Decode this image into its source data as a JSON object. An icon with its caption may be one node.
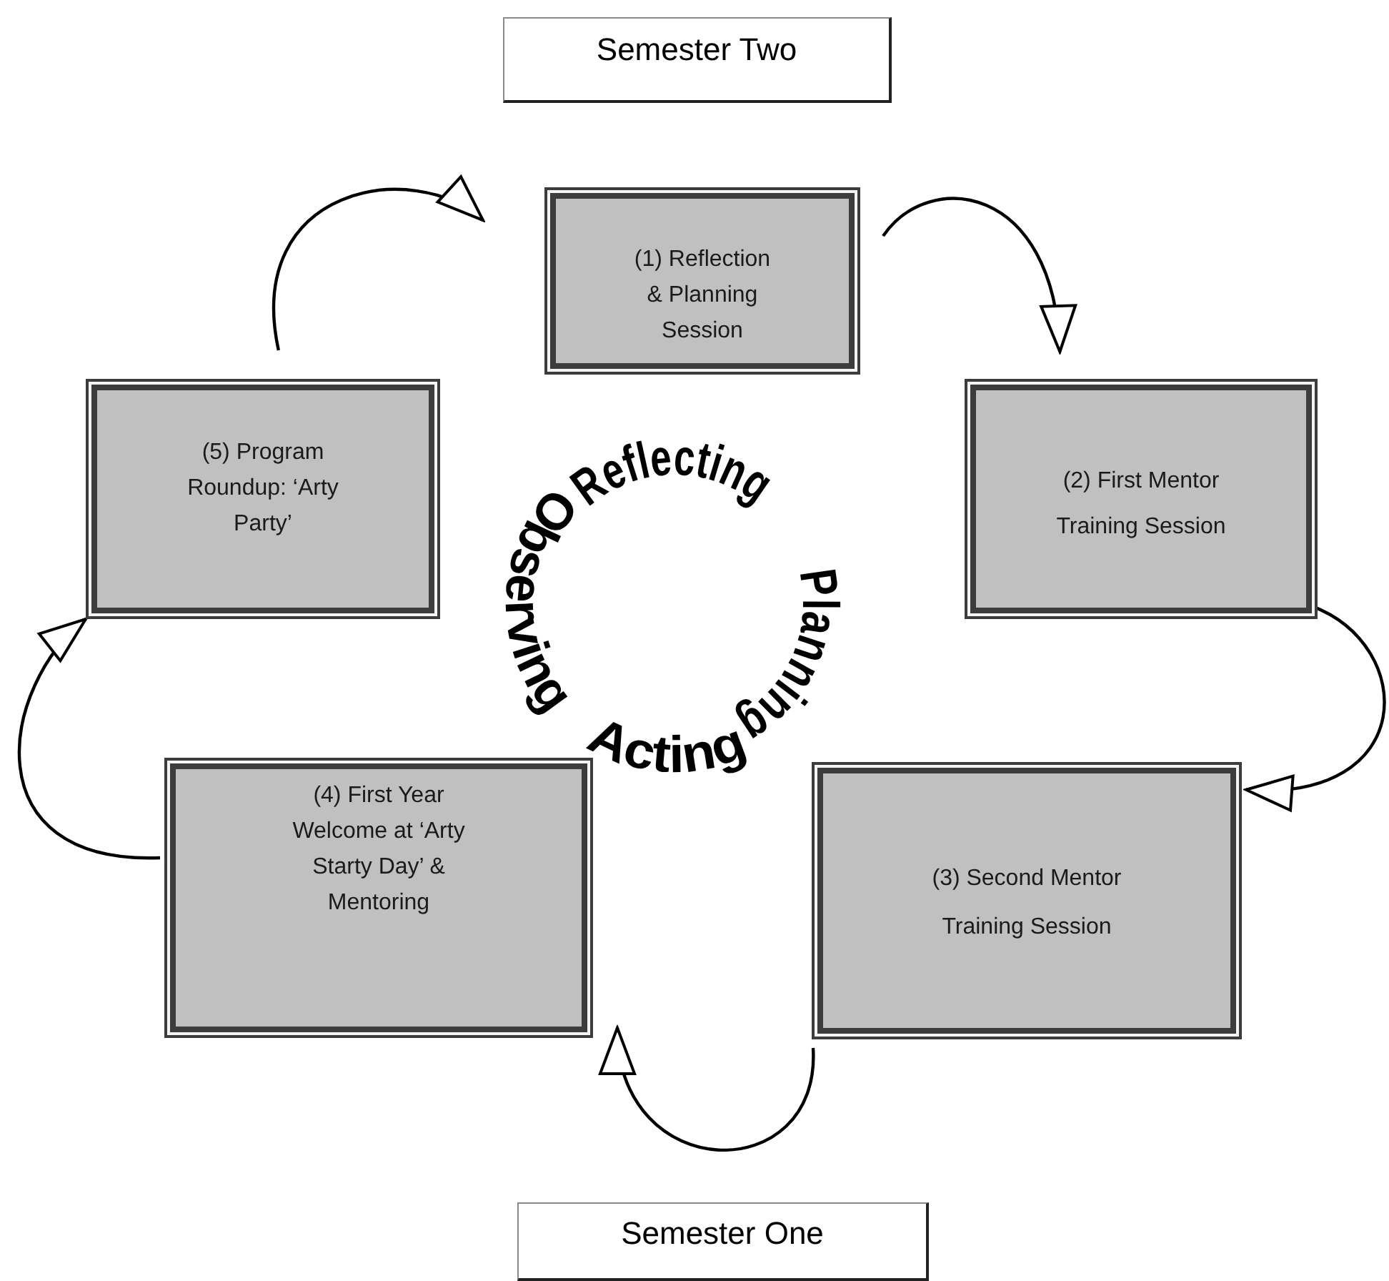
{
  "diagram": {
    "nodes": [
      {
        "text": [
          "Semester Two"
        ]
      },
      {
        "text": [
          "(1) Reflection & Planning Session"
        ]
      },
      {
        "text": [
          "(2) First Mentor Training Session"
        ]
      },
      {
        "text": [
          "(3) Second Mentor Training Session"
        ]
      },
      {
        "text": [
          "(4) First Year Welcome at ‘Arty Starty Day’ & Mentoring"
        ]
      },
      {
        "text": [
          "(5) Program Roundup: ‘Arty Party’"
        ]
      },
      {
        "text": [
          "Semester One"
        ]
      }
    ],
    "edges": [
      {
        "from": 5,
        "to": 1,
        "arrow": "to"
      },
      {
        "from": 1,
        "to": 2,
        "arrow": "to"
      },
      {
        "from": 2,
        "to": 3,
        "arrow": "to"
      },
      {
        "from": 3,
        "to": 4,
        "arrow": "to"
      },
      {
        "from": 4,
        "to": 5,
        "arrow": "to"
      }
    ],
    "labels": [
      "Reflecting",
      "Planning",
      "Acting",
      "Observing"
    ]
  }
}
